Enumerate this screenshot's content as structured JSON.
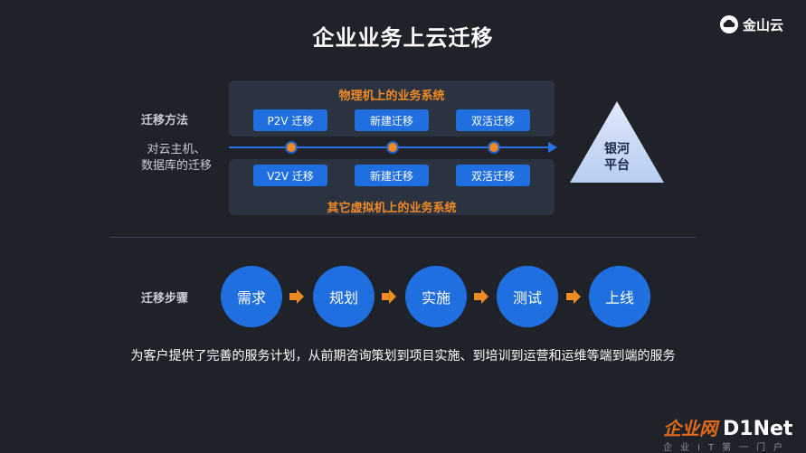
{
  "title": "企业业务上云迁移",
  "brand": {
    "name": "金山云"
  },
  "migration": {
    "method_label": "迁移方法",
    "target_label": "对云主机、\n数据库的迁移",
    "physical": {
      "title": "物理机上的业务系统",
      "items": [
        "P2V 迁移",
        "新建迁移",
        "双活迁移"
      ]
    },
    "virtual": {
      "title": "其它虚拟机上的业务系统",
      "items": [
        "V2V 迁移",
        "新建迁移",
        "双活迁移"
      ]
    },
    "platform": {
      "line1": "银河",
      "line2": "平台"
    }
  },
  "steps": {
    "label": "迁移步骤",
    "items": [
      "需求",
      "规划",
      "实施",
      "测试",
      "上线"
    ]
  },
  "summary": "为客户提供了完善的服务计划，从前期咨询策划到项目实施、到培训到运营和运维等端到端的服务",
  "watermark": {
    "cn": "企业网",
    "en": "D1Net",
    "sub": "企业IT第一门户"
  },
  "colors": {
    "background": "#1f2329",
    "accent_blue": "#1f6fe0",
    "accent_orange": "#f08a24",
    "panel": "#2c3340"
  }
}
